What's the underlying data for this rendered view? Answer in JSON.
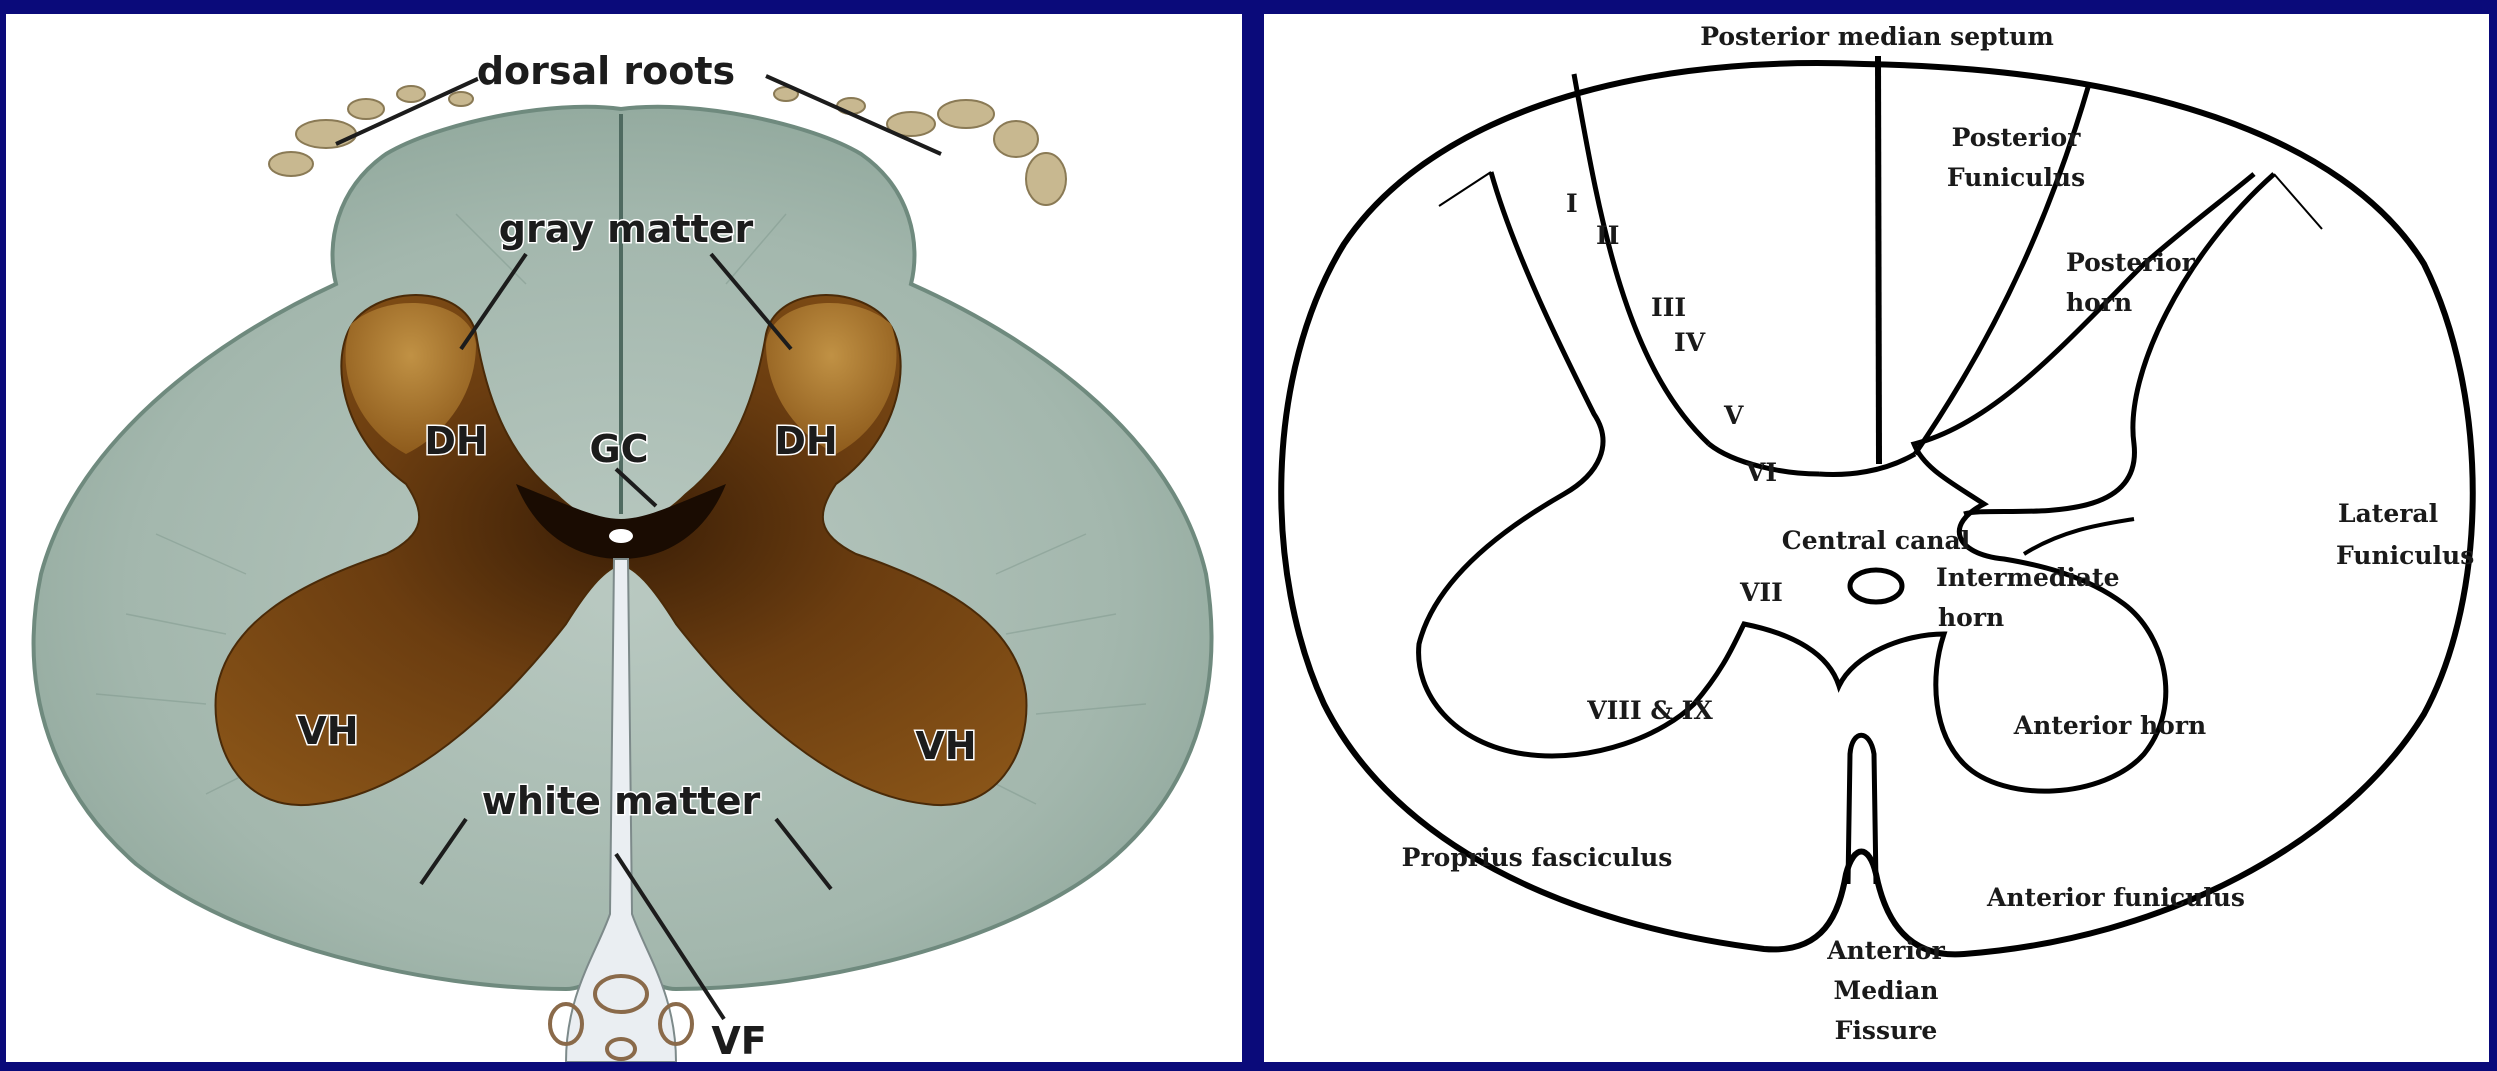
{
  "photo": {
    "labels": {
      "dorsal_roots": "dorsal roots",
      "gray_matter": "gray matter",
      "dh_left": "DH",
      "dh_right": "DH",
      "gc": "GC",
      "vh_left": "VH",
      "vh_right": "VH",
      "white_matter": "white matter",
      "vf": "VF"
    }
  },
  "diagram": {
    "labels": {
      "posterior_median_septum": "Posterior median septum",
      "posterior_funiculus_1": "Posterior",
      "posterior_funiculus_2": "Funiculus",
      "posterior_horn_1": "Posterior",
      "posterior_horn_2": "horn",
      "lamina_i": "I",
      "lamina_ii": "II",
      "lamina_iii": "III",
      "lamina_iv": "IV",
      "lamina_v": "V",
      "lamina_vi": "VI",
      "lamina_vii": "VII",
      "lamina_viii_ix": "VIII & IX",
      "central_canal": "Central canal",
      "intermediate_horn_1": "Intermediate",
      "intermediate_horn_2": "horn",
      "lateral_funiculus_1": "Lateral",
      "lateral_funiculus_2": "Funiculus",
      "anterior_horn": "Anterior horn",
      "proprius_fasciculus": "Proprius fasciculus",
      "anterior_funiculus": "Anterior funiculus",
      "anterior_median_fissure_1": "Anterior",
      "anterior_median_fissure_2": "Median",
      "anterior_median_fissure_3": "Fissure"
    }
  },
  "colors": {
    "background": "#0a0a7a",
    "white_matter": "#a9bcb4",
    "gray_matter": "#7a4a14",
    "dorsal_horn": "#a8701e",
    "line": "#000000"
  }
}
